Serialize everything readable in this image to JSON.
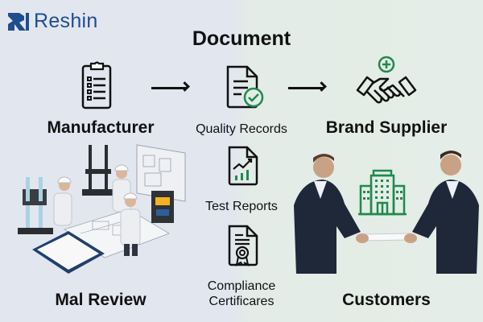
{
  "brand": {
    "name": "Reshin",
    "color": "#1f4d8f"
  },
  "title": "Document",
  "flow": {
    "source": {
      "label": "Manufacturer",
      "icon": "clipboard-checklist-icon"
    },
    "documents": [
      {
        "label": "Quality Records",
        "icon": "document-check-icon"
      },
      {
        "label": "Test Reports",
        "icon": "document-chart-icon"
      },
      {
        "label_line1": "Compliance",
        "label_line2": "Certificares",
        "icon": "certificate-badge-icon"
      }
    ],
    "target": {
      "label": "Brand Supplier",
      "icon": "handshake-plus-icon"
    }
  },
  "scenes": {
    "left": {
      "label": "Mal Review",
      "image": "engineers-reviewing-blueprints"
    },
    "right": {
      "label": "Customers",
      "image": "businessmen-exchanging-document",
      "icon": "office-building-icon"
    }
  },
  "colors": {
    "accent_green": "#1f8a4c",
    "bg_left": "#e2e6ef",
    "bg_right": "#e3ece6",
    "text": "#111111"
  }
}
